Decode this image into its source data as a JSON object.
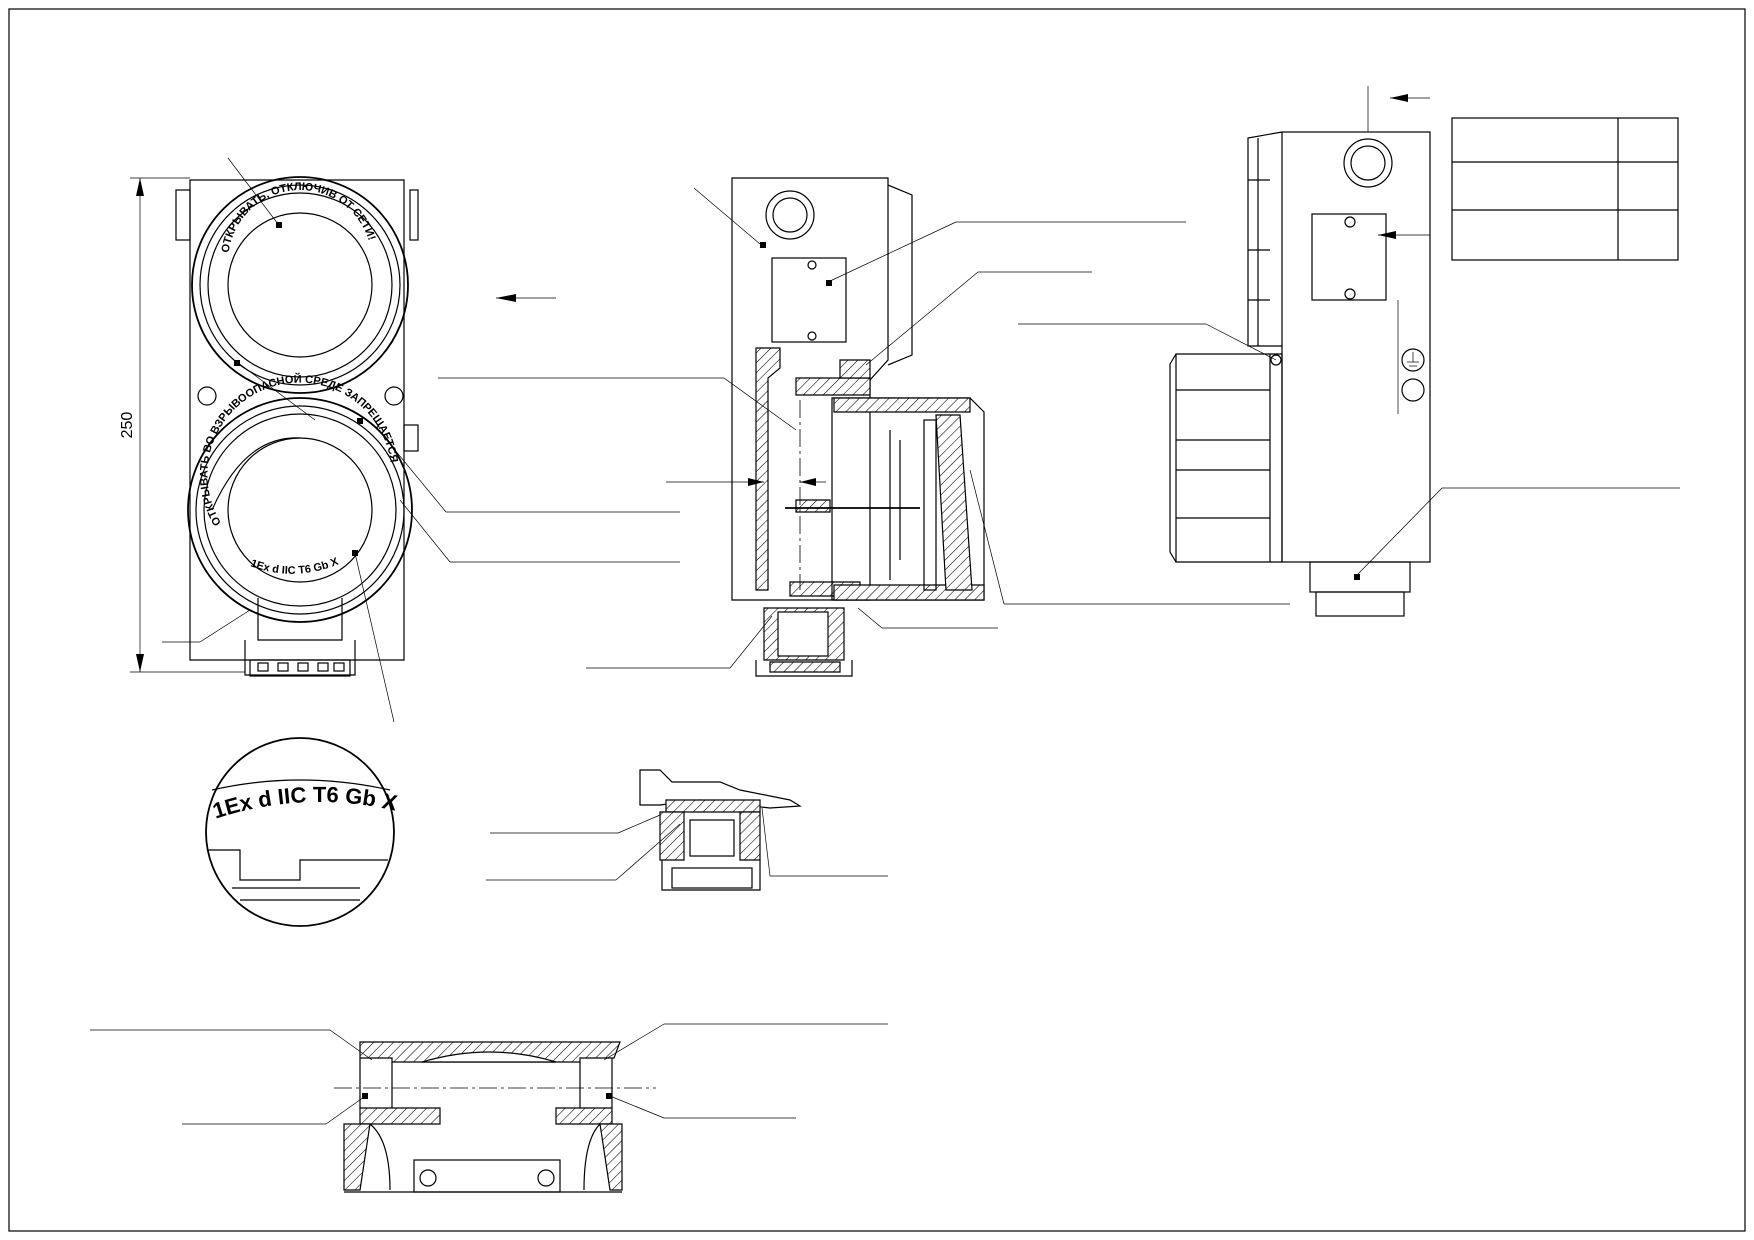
{
  "front_view": {
    "dimension_250": "250",
    "cover_top_text": "ОТКРЫВАТЬ, ОТКЛЮЧИВ ОТ СЕТИ!",
    "cover_bottom_text": "ОТКРЫВАТЬ ВО ВЗРЫВООПАСНОЙ СРЕДЕ ЗАПРЕЩАЕТСЯ",
    "marking": "1Ex d IIC T6 Gb X"
  },
  "detail_view": {
    "marking": "1Ex d IIC T6 Gb X"
  },
  "title_table": {
    "rows": 3,
    "cols": 2
  }
}
